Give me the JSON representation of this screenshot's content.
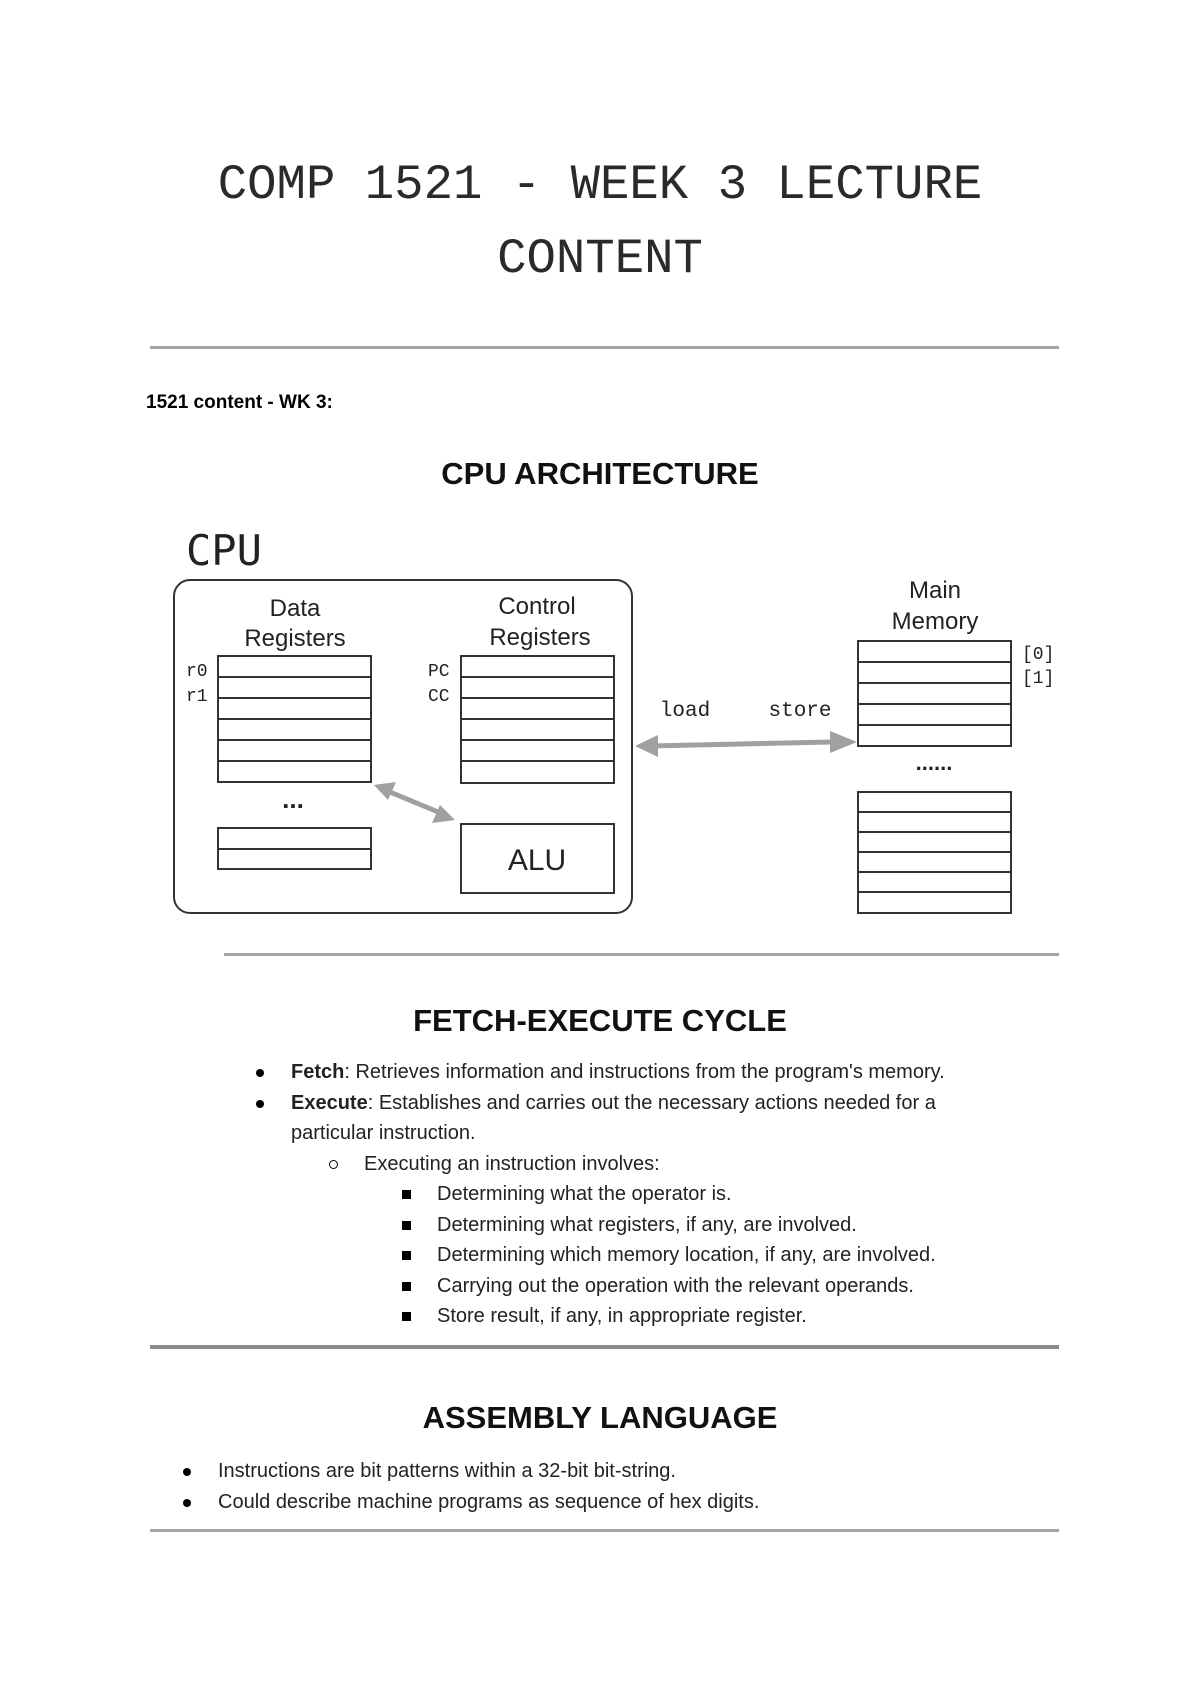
{
  "page_title": "COMP 1521 - WEEK 3 LECTURE CONTENT",
  "subheading": "1521 content - WK 3:",
  "cpu_section": {
    "heading": "CPU ARCHITECTURE",
    "diagram": {
      "cpu_label": "CPU",
      "data_registers_label_1": "Data",
      "data_registers_label_2": "Registers",
      "control_registers_label_1": "Control",
      "control_registers_label_2": "Registers",
      "reg_r0": "r0",
      "reg_r1": "r1",
      "reg_pc": "PC",
      "reg_cc": "CC",
      "ellipsis": "...",
      "alu_label": "ALU",
      "load_label": "load",
      "store_label": "store",
      "main_memory_label_1": "Main",
      "main_memory_label_2": "Memory",
      "mem_index_0": "[0]",
      "mem_index_1": "[1]",
      "mem_ellipsis": "......"
    }
  },
  "fetch_section": {
    "heading": "FETCH-EXECUTE CYCLE",
    "fetch_term": "Fetch",
    "fetch_text": ": Retrieves information and instructions from the program's memory.",
    "execute_term": "Execute",
    "execute_text": ": Establishes and carries out the necessary actions needed for a",
    "execute_text_cont": "particular instruction.",
    "sub_item": "Executing an instruction involves:",
    "steps": [
      "Determining what the operator is.",
      "Determining what registers, if any, are involved.",
      "Determining which memory location, if any, are involved.",
      "Carrying out the operation with the relevant operands.",
      "Store result, if any, in appropriate register."
    ]
  },
  "assembly_section": {
    "heading": "ASSEMBLY LANGUAGE",
    "items": [
      "Instructions are bit patterns within a 32-bit bit-string.",
      "Could describe machine programs as sequence of hex digits."
    ]
  }
}
